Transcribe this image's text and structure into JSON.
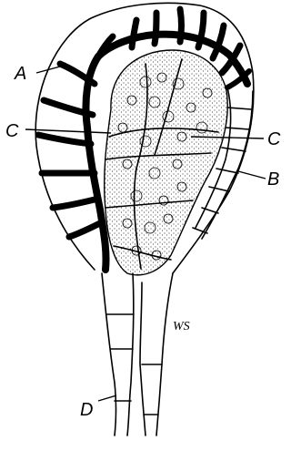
{
  "figure": {
    "labels": {
      "A": "A",
      "B": "B",
      "C_left": "C",
      "C_right": "C",
      "D": "D"
    },
    "signature": "WS",
    "colors": {
      "ink": "#000000",
      "background": "#ffffff"
    }
  }
}
